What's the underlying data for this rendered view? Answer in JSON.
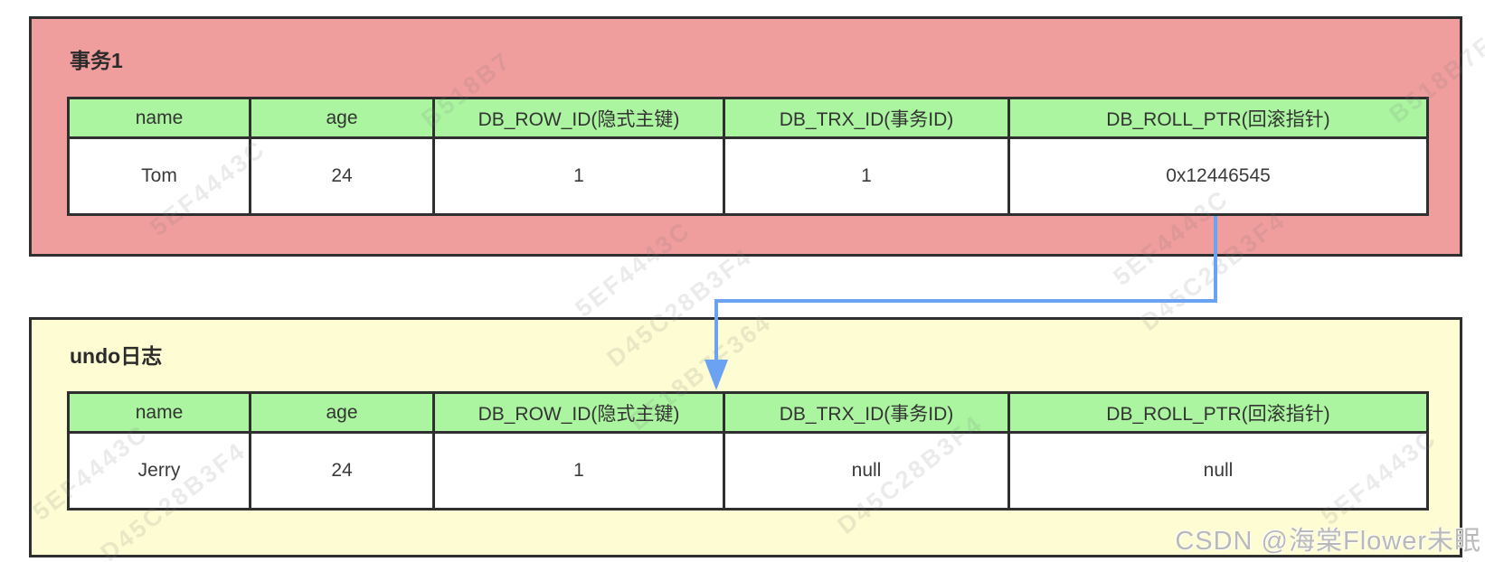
{
  "colors": {
    "transaction_box_bg": "#f09d9d",
    "undo_box_bg": "#fdfcd3",
    "table_header_bg": "#abf5a0",
    "table_cell_bg": "#ffffff",
    "border": "#2f2f2f",
    "arrow": "#6ba2f2",
    "watermark_text": "#b9b9b9"
  },
  "transaction_box": {
    "title": "事务1",
    "table": {
      "headers": [
        "name",
        "age",
        "DB_ROW_ID(隐式主键)",
        "DB_TRX_ID(事务ID)",
        "DB_ROLL_PTR(回滚指针)"
      ],
      "row": [
        "Tom",
        "24",
        "1",
        "1",
        "0x12446545"
      ]
    }
  },
  "undo_box": {
    "title": "undo日志",
    "table": {
      "headers": [
        "name",
        "age",
        "DB_ROW_ID(隐式主键)",
        "DB_TRX_ID(事务ID)",
        "DB_ROLL_PTR(回滚指针)"
      ],
      "row": [
        "Jerry",
        "24",
        "1",
        "null",
        "null"
      ]
    }
  },
  "arrow": {
    "color": "#6ba2f2"
  },
  "watermark": {
    "text": "CSDN @海棠Flower未眠"
  },
  "background_hash_fragments": [
    "5EF4443C",
    "B518B7",
    "5EF4443C",
    "D45C28B3F4",
    "B518B7F364",
    "5EF4443C",
    "D45C28B3F4",
    "5EF4443C",
    "D45C28B3F4",
    "D45C28B3F4",
    "5EF4443C",
    "B518B7F364"
  ]
}
